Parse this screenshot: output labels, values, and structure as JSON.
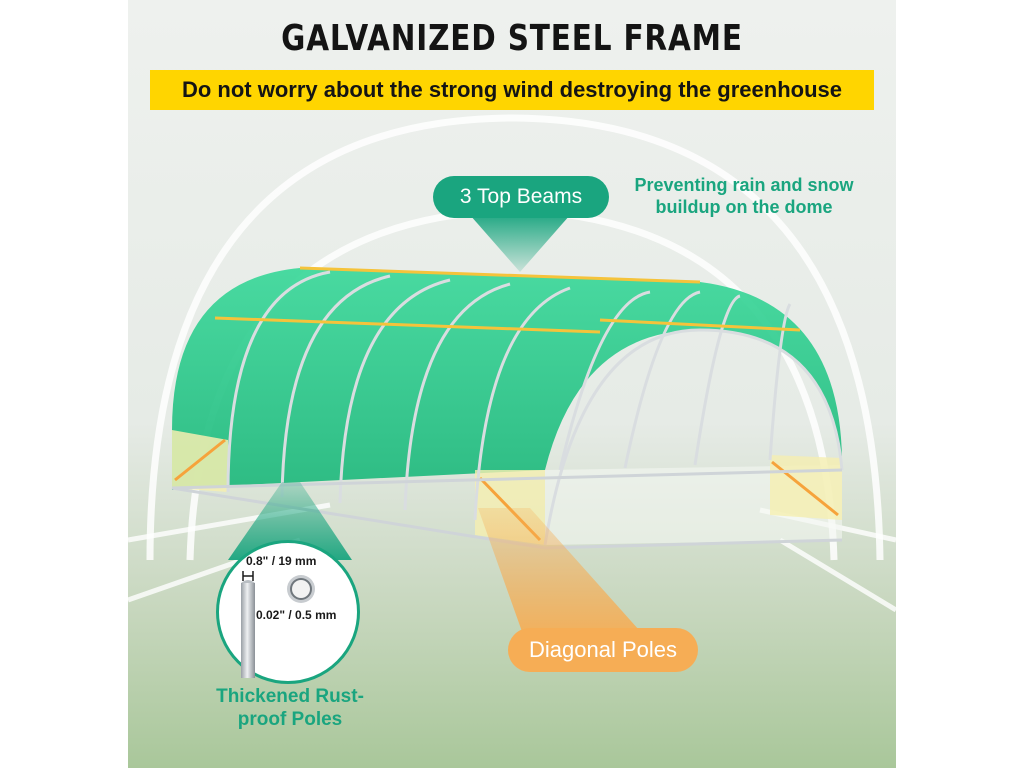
{
  "header": {
    "title": "GALVANIZED STEEL FRAME",
    "subtitle": "Do not worry about the strong wind destroying the greenhouse"
  },
  "callouts": {
    "top_beams": {
      "label": "3 Top Beams",
      "note": "Preventing rain and snow buildup on the dome"
    },
    "diagonal_poles": {
      "label": "Diagonal Poles"
    },
    "poles": {
      "note": "Thickened Rust-proof Poles",
      "outer_diameter": "0.8\" / 19 mm",
      "wall_thickness": "0.02\" / 0.5 mm"
    }
  },
  "colors": {
    "accent_green": "#1aa57f",
    "accent_orange": "#f6ad55",
    "banner_yellow": "#ffd500",
    "cover_green": "#2fcf8f"
  }
}
